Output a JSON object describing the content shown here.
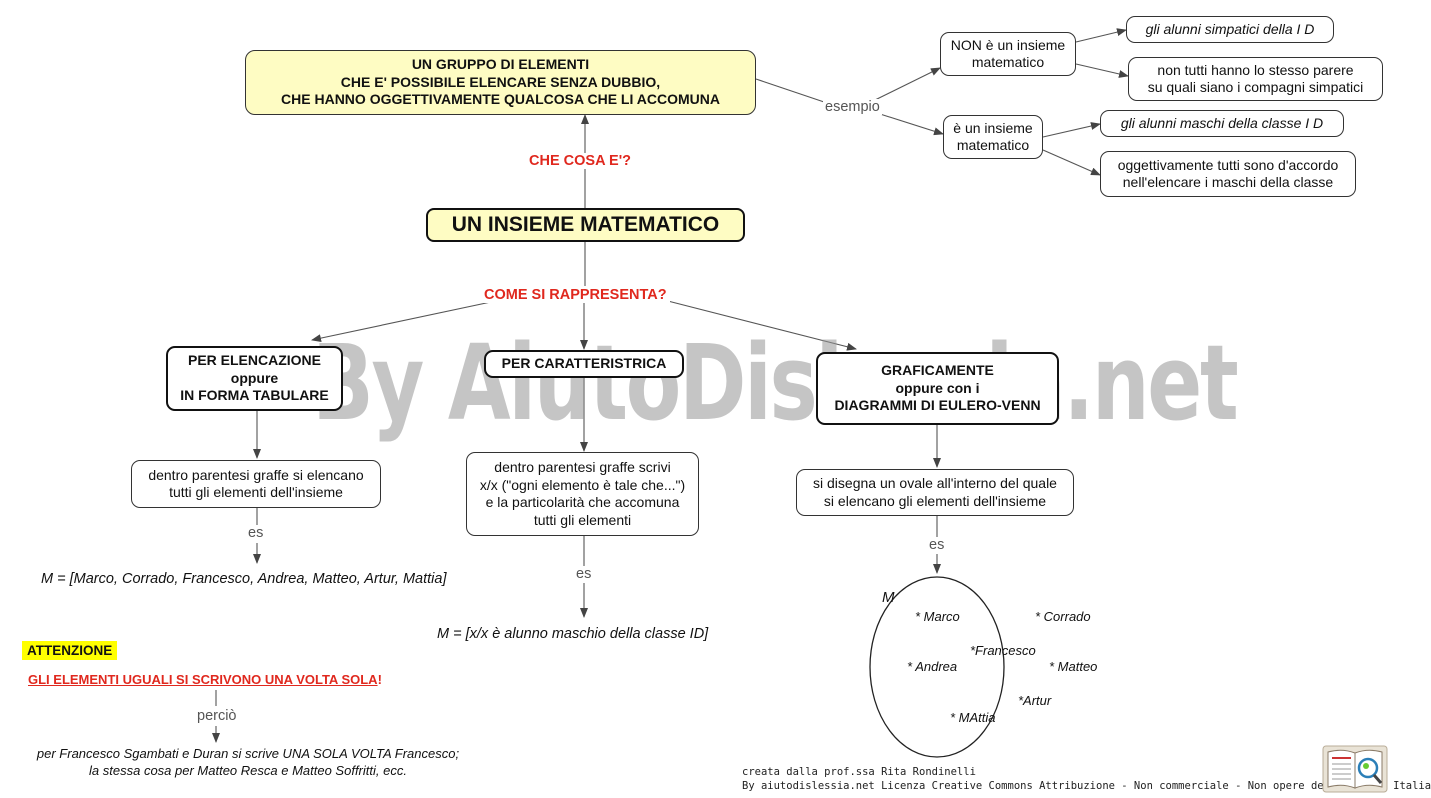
{
  "main": {
    "title": "UN INSIEME MATEMATICO",
    "definition": [
      "UN GRUPPO DI ELEMENTI",
      "CHE E' POSSIBILE ELENCARE SENZA DUBBIO,",
      "CHE HANNO OGGETTIVAMENTE QUALCOSA CHE LI ACCOMUNA"
    ],
    "q_what": "CHE COSA E'?",
    "q_how": "COME SI RAPPRESENTA?"
  },
  "example": {
    "label": "esempio",
    "not_set": [
      "NON è un insieme",
      "matematico"
    ],
    "not_set_example": "gli alunni simpatici della I D",
    "not_set_reason": [
      "non tutti hanno lo stesso parere",
      "su quali siano i compagni simpatici"
    ],
    "is_set": [
      "è un insieme",
      "matematico"
    ],
    "is_set_example": "gli alunni maschi della classe I D",
    "is_set_reason": [
      "oggettivamente tutti sono d'accordo",
      "nell'elencare i maschi della classe"
    ]
  },
  "methods": {
    "tabular": {
      "title": [
        "PER ELENCAZIONE",
        "oppure",
        "IN FORMA TABULARE"
      ],
      "desc": [
        "dentro parentesi graffe si elencano",
        "tutti gli elementi dell'insieme"
      ],
      "es": "es",
      "example": "M = [Marco, Corrado, Francesco, Andrea, Matteo, Artur, Mattia]"
    },
    "characteristic": {
      "title": "PER CARATTERISTRICA",
      "desc": [
        "dentro parentesi graffe scrivi",
        "x/x (\"ogni elemento è tale che...\")",
        "e la particolarità che accomuna",
        "tutti gli elementi"
      ],
      "es": "es",
      "example": "M = [x/x è alunno maschio della classe ID]"
    },
    "graphic": {
      "title": [
        "GRAFICAMENTE",
        "oppure con i",
        "DIAGRAMMI DI EULERO-VENN"
      ],
      "desc": [
        "si disegna un ovale all'interno del quale",
        "si elencano gli elementi dell'insieme"
      ],
      "es": "es",
      "set_name": "M",
      "elements": [
        "* Marco",
        "* Corrado",
        "*Francesco",
        "* Andrea",
        "* Matteo",
        "*Artur",
        "* MAttia"
      ]
    }
  },
  "attention": {
    "badge": "ATTENZIONE",
    "rule": "GLI ELEMENTI UGUALI SI SCRIVONO UNA VOLTA SOLA",
    "rule_mark": "!",
    "connector": "perciò",
    "note": [
      "per Francesco Sgambati e Duran si scrive UNA SOLA VOLTA Francesco;",
      "la stessa cosa per Matteo Resca e Matteo Soffritti, ecc."
    ]
  },
  "watermark": "By AiutoDislessia.net",
  "credits": [
    "creata dalla prof.ssa Rita Rondinelli",
    "By aiutodislessia.net Licenza Creative Commons Attribuzione - Non commerciale - Non opere derivate 3.0 Italia"
  ],
  "colors": {
    "node_yellow": "#fefcc3",
    "question_red": "#e0281e",
    "attention_yellow": "#ffff00"
  }
}
